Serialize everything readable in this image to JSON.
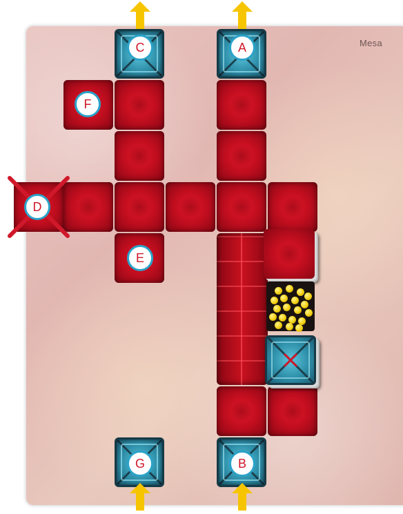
{
  "board": {
    "label": "Mesa"
  },
  "markers": {
    "a": "A",
    "b": "B",
    "c": "C",
    "d": "D",
    "e": "E",
    "f": "F",
    "g": "G"
  },
  "colors": {
    "room_red": "#c20e1f",
    "corridor_teal": "#2e8fa9",
    "arrow_yellow": "#f6c500",
    "cross_red": "#d0182a",
    "marker_ring": "#2aa3c9",
    "coin_yellow": "#f1cf12"
  },
  "icons": {
    "entry_arrow": "arrow-up-icon",
    "blocked": "x-cross-icon"
  },
  "token_pile": {
    "coin_count": 19
  }
}
